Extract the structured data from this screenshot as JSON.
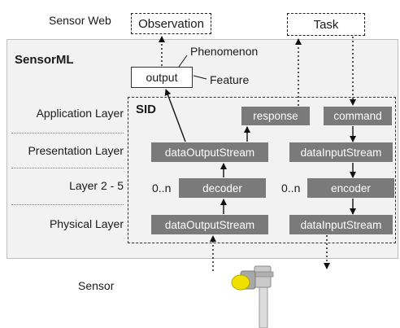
{
  "sensor_web_label": "Sensor Web",
  "observation_label": "Observation",
  "task_label": "Task",
  "sensorml_label": "SensorML",
  "phenomenon_label": "Phenomenon",
  "feature_label": "Feature",
  "output_label": "output",
  "sid_label": "SID",
  "layers": {
    "application": "Application  Layer",
    "presentation": "Presentation Layer",
    "layer_2_5": "Layer 2 - 5",
    "physical": "Physical Layer"
  },
  "left_column": {
    "response": "response",
    "data_output_stream_top": "dataOutputStream",
    "multiplicity": "0..n",
    "decoder": "decoder",
    "data_output_stream_bottom": "dataOutputStream"
  },
  "right_column": {
    "command": "command",
    "data_input_stream_top": "dataInputStream",
    "multiplicity": "0..n",
    "encoder": "encoder",
    "data_input_stream_bottom": "dataInputStream"
  },
  "sensor_label": "Sensor",
  "colors": {
    "box_fill": "#7a7a7a",
    "panel_fill": "#f2f2f2",
    "sensor_cap": "#f0e000"
  }
}
